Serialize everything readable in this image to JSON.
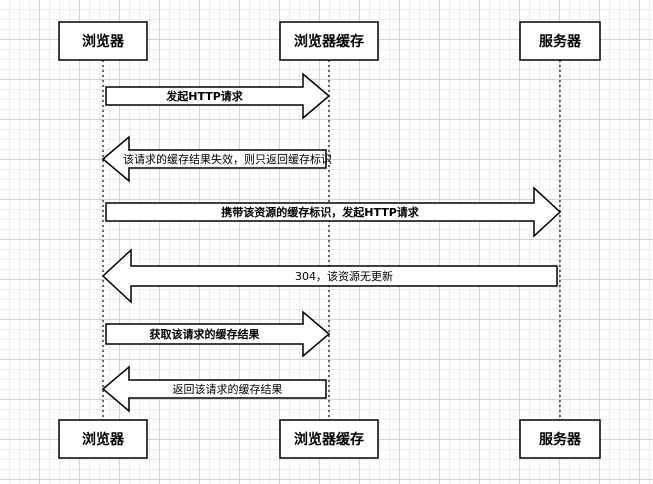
{
  "participants": [
    {
      "id": "browser",
      "label": "浏览器"
    },
    {
      "id": "cache",
      "label": "浏览器缓存"
    },
    {
      "id": "server",
      "label": "服务器"
    }
  ],
  "messages": [
    {
      "id": "msg-1",
      "from": "browser",
      "to": "cache",
      "label": "发起HTTP请求",
      "style": "bold",
      "size": "thin"
    },
    {
      "id": "msg-2",
      "from": "cache",
      "to": "browser",
      "label": "该请求的缓存结果失效，则只返回缓存标识",
      "style": "normal",
      "size": "thin"
    },
    {
      "id": "msg-3",
      "from": "browser",
      "to": "server",
      "label": "携带该资源的缓存标识，发起HTTP请求",
      "style": "bold",
      "size": "thin"
    },
    {
      "id": "msg-4",
      "from": "server",
      "to": "browser",
      "label": "304，该资源无更新",
      "style": "normal",
      "size": "thick"
    },
    {
      "id": "msg-5",
      "from": "browser",
      "to": "cache",
      "label": "获取该请求的缓存结果",
      "style": "bold",
      "size": "thin"
    },
    {
      "id": "msg-6",
      "from": "cache",
      "to": "browser",
      "label": "返回该请求的缓存结果",
      "style": "normal",
      "size": "thin"
    }
  ],
  "colors": {
    "stroke": "#000000",
    "box_fill": "#ffffff",
    "grid_major": "#d4d4d4",
    "grid_minor": "#ececec"
  }
}
